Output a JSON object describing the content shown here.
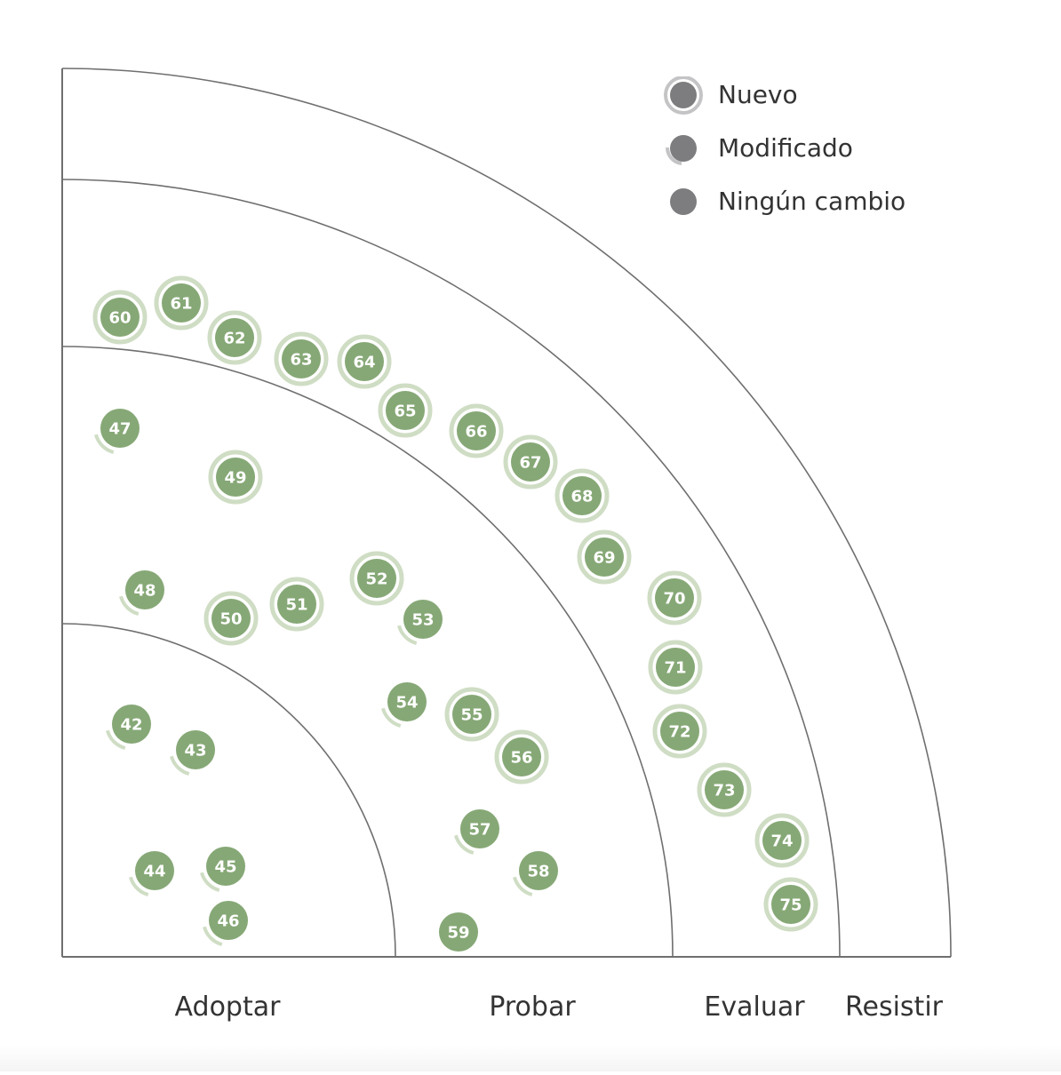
{
  "colors": {
    "blip_fill": "#86a876",
    "blip_ring": "#cfddc4",
    "legend_fill": "#7d7d80",
    "legend_ring": "#c4c4c6",
    "axis_line": "#6f6f6f"
  },
  "legend": {
    "nuevo": "Nuevo",
    "modificado": "Modificado",
    "ningun_cambio": "Ningún cambio"
  },
  "rings": [
    "Adoptar",
    "Probar",
    "Evaluar",
    "Resistir"
  ],
  "blips": [
    {
      "id": "42",
      "ring": "Adoptar",
      "status": "Modificado"
    },
    {
      "id": "43",
      "ring": "Adoptar",
      "status": "Modificado"
    },
    {
      "id": "44",
      "ring": "Adoptar",
      "status": "Modificado"
    },
    {
      "id": "45",
      "ring": "Adoptar",
      "status": "Modificado"
    },
    {
      "id": "46",
      "ring": "Adoptar",
      "status": "Modificado"
    },
    {
      "id": "47",
      "ring": "Probar",
      "status": "Modificado"
    },
    {
      "id": "48",
      "ring": "Probar",
      "status": "Modificado"
    },
    {
      "id": "49",
      "ring": "Probar",
      "status": "Nuevo"
    },
    {
      "id": "50",
      "ring": "Probar",
      "status": "Nuevo"
    },
    {
      "id": "51",
      "ring": "Probar",
      "status": "Nuevo"
    },
    {
      "id": "52",
      "ring": "Probar",
      "status": "Nuevo"
    },
    {
      "id": "53",
      "ring": "Probar",
      "status": "Modificado"
    },
    {
      "id": "54",
      "ring": "Probar",
      "status": "Modificado"
    },
    {
      "id": "55",
      "ring": "Probar",
      "status": "Nuevo"
    },
    {
      "id": "56",
      "ring": "Probar",
      "status": "Nuevo"
    },
    {
      "id": "57",
      "ring": "Probar",
      "status": "Modificado"
    },
    {
      "id": "58",
      "ring": "Probar",
      "status": "Modificado"
    },
    {
      "id": "59",
      "ring": "Probar",
      "status": "Ningún cambio"
    },
    {
      "id": "60",
      "ring": "Evaluar",
      "status": "Nuevo"
    },
    {
      "id": "61",
      "ring": "Evaluar",
      "status": "Nuevo"
    },
    {
      "id": "62",
      "ring": "Evaluar",
      "status": "Nuevo"
    },
    {
      "id": "63",
      "ring": "Evaluar",
      "status": "Nuevo"
    },
    {
      "id": "64",
      "ring": "Evaluar",
      "status": "Nuevo"
    },
    {
      "id": "65",
      "ring": "Evaluar",
      "status": "Nuevo"
    },
    {
      "id": "66",
      "ring": "Evaluar",
      "status": "Nuevo"
    },
    {
      "id": "67",
      "ring": "Evaluar",
      "status": "Nuevo"
    },
    {
      "id": "68",
      "ring": "Evaluar",
      "status": "Nuevo"
    },
    {
      "id": "69",
      "ring": "Evaluar",
      "status": "Nuevo"
    },
    {
      "id": "70",
      "ring": "Evaluar",
      "status": "Nuevo"
    },
    {
      "id": "71",
      "ring": "Evaluar",
      "status": "Nuevo"
    },
    {
      "id": "72",
      "ring": "Evaluar",
      "status": "Nuevo"
    },
    {
      "id": "73",
      "ring": "Evaluar",
      "status": "Nuevo"
    },
    {
      "id": "74",
      "ring": "Evaluar",
      "status": "Nuevo"
    },
    {
      "id": "75",
      "ring": "Evaluar",
      "status": "Nuevo"
    }
  ]
}
